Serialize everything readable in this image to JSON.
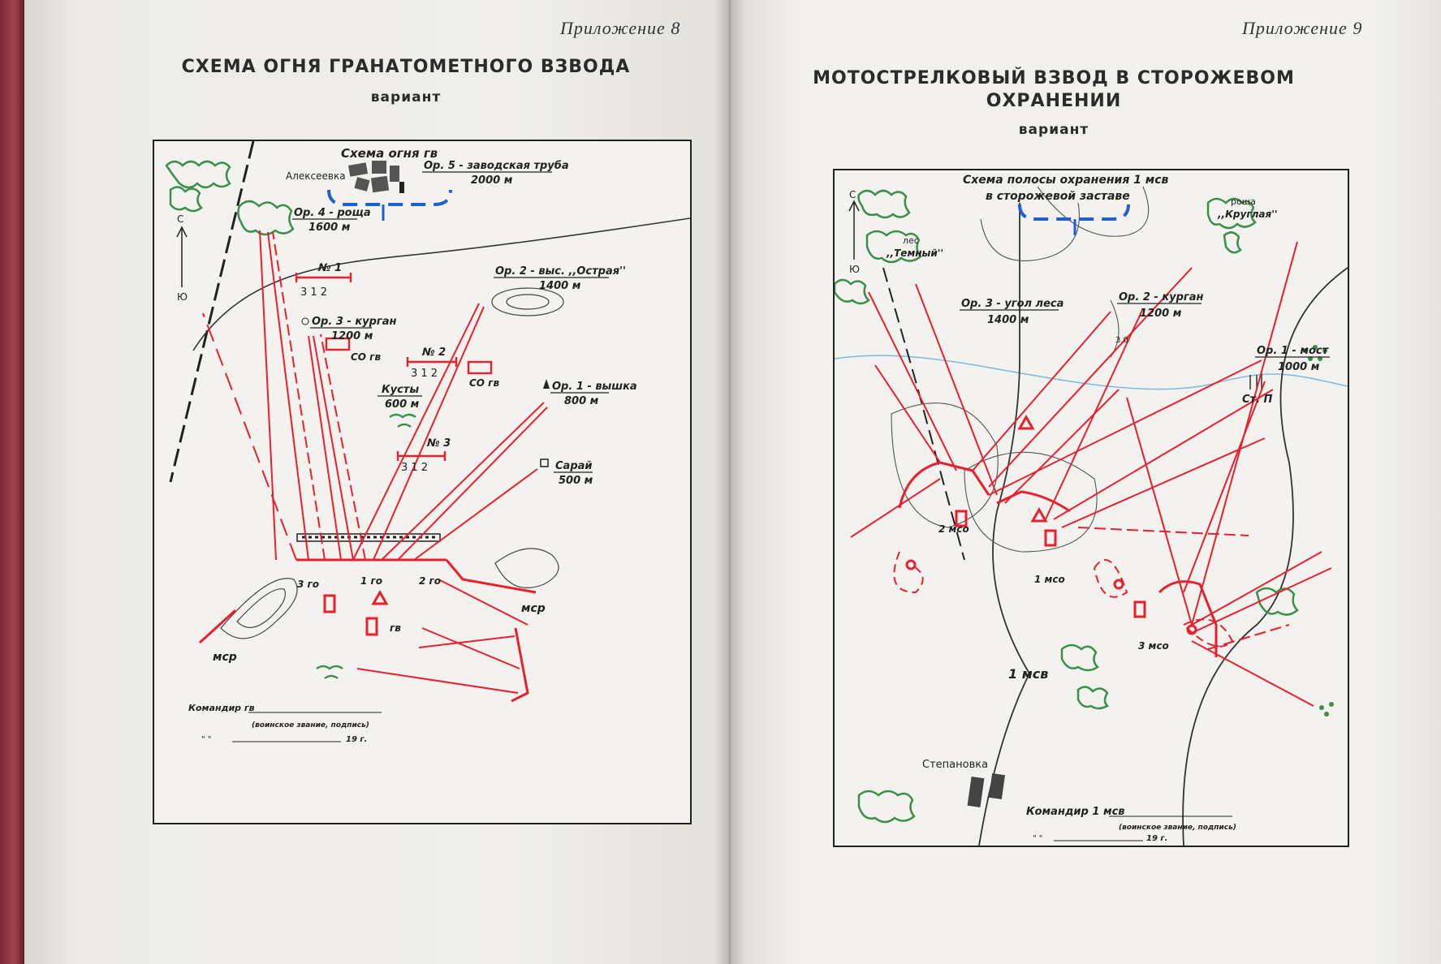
{
  "left_page": {
    "appendix": "Приложение 8",
    "title": "СХЕМА ОГНЯ ГРАНАТОМЕТНОГО ВЗВОДА",
    "subtitle": "вариант",
    "map": {
      "heading": "Схема огня гв",
      "village": "Алексеевка",
      "orientir_5": "Ор. 5 - заводская труба",
      "orientir_5_dist": "2000 м",
      "orientir_4": "Ор. 4 - роща",
      "orientir_4_dist": "1600 м",
      "orientir_2": "Ор. 2 - выс. ,,Острая''",
      "orientir_2_dist": "1400 м",
      "orientir_3": "Ор. 3 - курган",
      "orientir_3_dist": "1200 м",
      "orientir_1": "Ор. 1 - вышка",
      "orientir_1_dist": "800 м",
      "bushes": "Кусты",
      "bushes_dist": "600 м",
      "barn": "Сарай",
      "barn_dist": "500 м",
      "sector_1": "№ 1",
      "sector_2": "№ 2",
      "sector_3": "№ 3",
      "sector_digits": "3   1   2",
      "so_1": "СО гв",
      "so_2": "СО гв",
      "north": "С",
      "south": "Ю",
      "squad_3": "3 го",
      "squad_1": "1 го",
      "squad_2": "2 го",
      "platoon": "гв",
      "msr_left": "мср",
      "msr_right": "мср",
      "commander": "Командир гв",
      "rank_sign": "(воинское звание, подпись)",
      "date_quotes": "\"   \"",
      "year": "19      г."
    }
  },
  "right_page": {
    "appendix": "Приложение 9",
    "title_line1": "МОТОСТРЕЛКОВЫЙ ВЗВОД В СТОРОЖЕВОМ",
    "title_line2": "ОХРАНЕНИИ",
    "subtitle": "вариант",
    "map": {
      "heading_line1": "Схема полосы охранения 1 мсв",
      "heading_line2": "в сторожевой заставе",
      "forest": "лес",
      "forest_name": ",,Темный''",
      "grove": "роща",
      "grove_name": ",,Круглая''",
      "orientir_3": "Ор. 3 - угол леса",
      "orientir_3_dist": "1400 м",
      "orientir_2": "Ор. 2 - курган",
      "orientir_2_dist": "1200 м",
      "orientir_1": "Ор. 1 - мост",
      "orientir_1_dist": "1000 м",
      "height": "3.0",
      "post": "Ст. П",
      "squad_2": "2 мсо",
      "squad_1": "1 мсо",
      "squad_3": "3 мсо",
      "platoon": "1 мсв",
      "village": "Степановка",
      "north": "С",
      "south": "Ю",
      "commander": "Командир 1 мсв",
      "rank_sign": "(воинское звание, подпись)",
      "date_quotes": "\"   \"",
      "year": "19      г."
    }
  },
  "colors": {
    "red": "#e8202e",
    "blue": "#1f5fcf",
    "green": "#3a8f4a",
    "ink": "#222222"
  }
}
